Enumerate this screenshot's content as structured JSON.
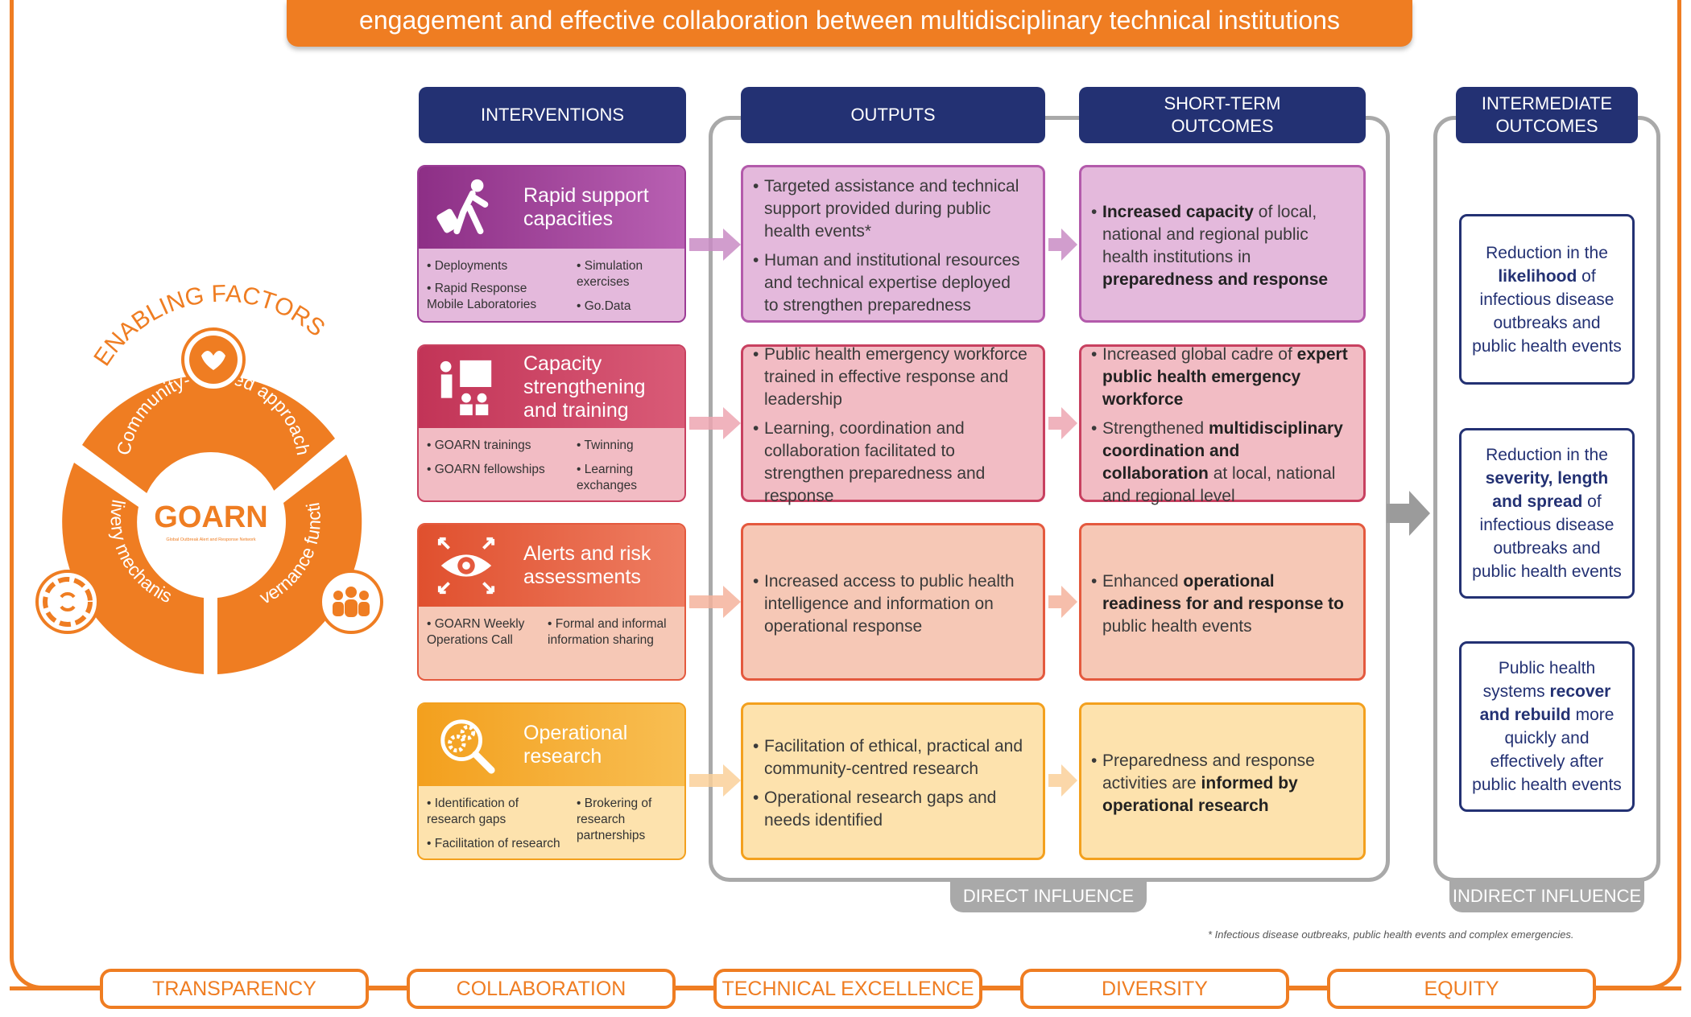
{
  "banner": "engagement and effective collaboration between multidisciplinary technical institutions",
  "headers": {
    "interventions": "INTERVENTIONS",
    "outputs": "OUTPUTS",
    "short_term": "SHORT-TERM OUTCOMES",
    "intermediate": "INTERMEDIATE OUTCOMES"
  },
  "enabling": {
    "title": "ENABLING FACTORS",
    "logo": "GOARN",
    "logo_sub": "Global Outbreak Alert and Response Network",
    "segments": [
      "Community-centred approach",
      "Delivery mechanisms",
      "Governance functions"
    ],
    "icons": [
      "handshake-heart-icon",
      "cycle-icon",
      "people-icon"
    ]
  },
  "interventions": [
    {
      "title": "Rapid support capacities",
      "icon": "running-person-icon",
      "color": "#9b3b95",
      "light": "#e4b9dc",
      "left": [
        "Deployments",
        "Rapid Response Mobile Laboratories"
      ],
      "right": [
        "Simulation exercises",
        "Go.Data"
      ]
    },
    {
      "title": "Capacity strengthening and training",
      "icon": "presentation-icon",
      "color": "#c84060",
      "light": "#f2bcc4",
      "left": [
        "GOARN trainings",
        "GOARN fellowships"
      ],
      "right": [
        "Twinning",
        "Learning exchanges"
      ]
    },
    {
      "title": "Alerts and risk assessments",
      "icon": "eye-icon",
      "color": "#e4593e",
      "light": "#f6c8b6",
      "left": [
        "GOARN Weekly Operations Call"
      ],
      "right": [
        "Formal and informal information sharing"
      ]
    },
    {
      "title": "Operational research",
      "icon": "research-gears-icon",
      "color": "#f3a01e",
      "light": "#fde2ad",
      "left": [
        "Identification of research gaps",
        "Facilitation of research"
      ],
      "right": [
        "Brokering of research partnerships"
      ]
    }
  ],
  "outputs": [
    [
      "Targeted assistance and technical support provided during public health events*",
      "Human and institutional resources and technical expertise deployed to strengthen preparedness"
    ],
    [
      "Public health emergency workforce trained in effective response and leadership",
      "Learning, coordination and collaboration facilitated to strengthen preparedness and response"
    ],
    [
      "Increased access to public health intelligence and information on operational response"
    ],
    [
      "Facilitation of ethical, practical and community-centred research",
      "Operational research gaps and needs identified"
    ]
  ],
  "short_term": [
    {
      "a": "Increased capacity",
      "b": " of local, national and regional public health institutions in ",
      "c": "preparedness and response"
    },
    {
      "a": "Increased global cadre of ",
      "b": "expert public health emergency workforce",
      "c": ""
    },
    {
      "a": "Strengthened ",
      "b": "multidisciplinary coordination and collaboration",
      "c": " at local, national and regional level"
    },
    {
      "a": "Enhanced ",
      "b": "operational readiness for and response to",
      "c": " public health events"
    },
    {
      "a": "Preparedness and response activities are ",
      "b": "informed by operational research",
      "c": ""
    }
  ],
  "intermediate": [
    {
      "a": "Reduction in the ",
      "b": "likelihood",
      "c": " of infectious disease outbreaks and public health events"
    },
    {
      "a": "Reduction in the ",
      "b": "severity, length and spread",
      "c": " of infectious disease outbreaks and public health events"
    },
    {
      "a": "Public health systems ",
      "b": "recover and rebuild",
      "c": " more quickly and effectively after public health events"
    }
  ],
  "influence": {
    "direct": "DIRECT INFLUENCE",
    "indirect": "INDIRECT INFLUENCE"
  },
  "footnote": "* Infectious disease outbreaks, public health events and complex emergencies.",
  "values": [
    "TRANSPARENCY",
    "COLLABORATION",
    "TECHNICAL EXCELLENCE",
    "DIVERSITY",
    "EQUITY"
  ]
}
